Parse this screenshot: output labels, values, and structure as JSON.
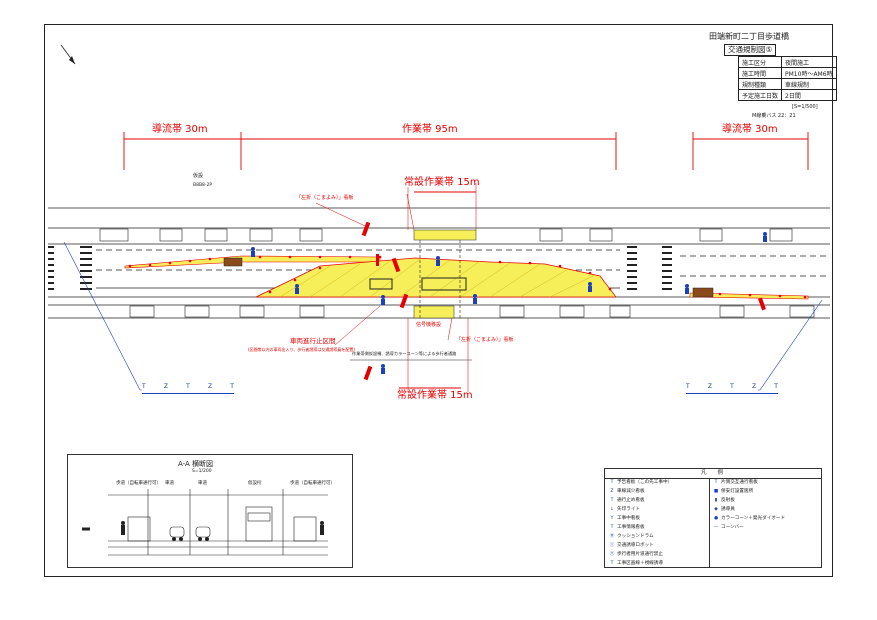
{
  "title": {
    "project": "田端新町二丁目歩道橋",
    "subtitle": "交通規制図⑤"
  },
  "info_table": [
    {
      "label": "施工区分",
      "value": "夜間施工"
    },
    {
      "label": "施工時間",
      "value": "PM10時～AM6時"
    },
    {
      "label": "規制種類",
      "value": "車線規制"
    },
    {
      "label": "予定施工日数",
      "value": "2日間"
    }
  ],
  "scale": "[S=1/500]",
  "bus_note": "M線乗バス 22：21",
  "zones": {
    "left_guide": "導流帯 30m",
    "work": "作業帯 95m",
    "right_guide": "導流帯 30m",
    "permanent_top": "常設作業帯 15m",
    "permanent_bottom": "常設作業帯 15m"
  },
  "annotations": {
    "sign_top": "「左折（こまよみ）」看板",
    "sign_bottom": "「左折（こまよみ）」看板",
    "prohibit": "車両進行止区間",
    "prohibit_note": "(区間帯以内の車両出入り、歩行者誘導は交通誘導員を配置)",
    "signal": "信号機移設",
    "guide_note": "作業帯側仮設柵、誘導カラーコーン等による歩行者通路",
    "temp_label": "仮設",
    "temp_code": "B8B8-2P"
  },
  "signs_left": [
    "T",
    "Z",
    "T",
    "Z",
    "T"
  ],
  "signs_right": [
    "T",
    "Z",
    "T",
    "Z",
    "T"
  ],
  "cross_section": {
    "title": "A-A 横断図",
    "scale": "S=1/200",
    "labels": [
      "歩道（自転車通行可）",
      "車道",
      "車道",
      "仮設桁",
      "歩道（自転車通行可）"
    ]
  },
  "legend": {
    "title": "凡　　例",
    "left": [
      {
        "sym": "T",
        "text": "予告看板（この先工事中）"
      },
      {
        "sym": "Z",
        "text": "車線減少看板"
      },
      {
        "sym": "T",
        "text": "通行止め看板"
      },
      {
        "sym": "↓",
        "text": "矢印ライト"
      },
      {
        "sym": "Y",
        "text": "工事中看板"
      },
      {
        "sym": "T",
        "text": "工事情報看板"
      },
      {
        "sym": "Ⓡ",
        "text": "クッションドラム"
      },
      {
        "sym": "Ⓘ",
        "text": "交通誘導ロボット"
      },
      {
        "sym": "Ⓨ",
        "text": "歩行者用片道通行禁止"
      },
      {
        "sym": "T",
        "text": "工事区画線＋視線誘導"
      }
    ],
    "right": [
      {
        "sym": "T",
        "text": "片側交互通行看板"
      },
      {
        "sym": "■",
        "text": "保安灯設置箇所"
      },
      {
        "sym": "▮",
        "text": "反射板"
      },
      {
        "sym": "◆",
        "text": "誘導員"
      },
      {
        "sym": "●",
        "text": "カラーコーン＋発光ダイオード"
      },
      {
        "sym": "—",
        "text": "コーンバー"
      }
    ]
  },
  "colors": {
    "accent_red": "#e60000",
    "accent_blue": "#1a3fbf",
    "work_zone_yellow": "#f6ef5a",
    "road_line": "#222222"
  }
}
